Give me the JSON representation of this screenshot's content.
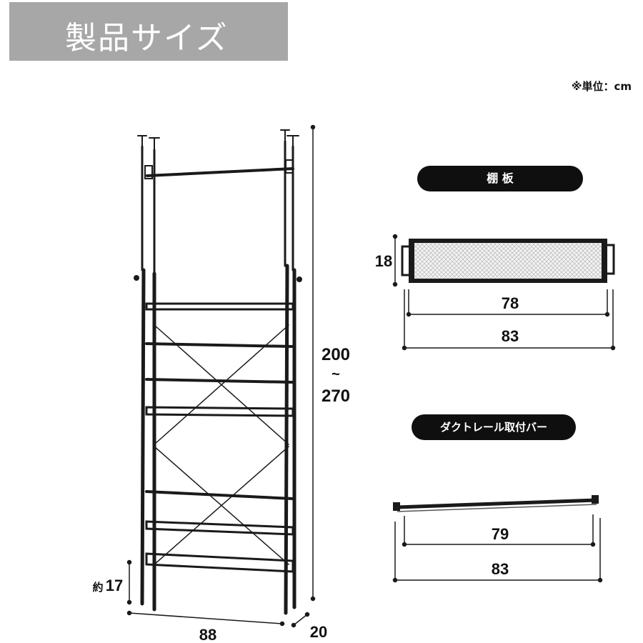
{
  "header": {
    "title": "製品サイズ"
  },
  "unit_note": "※単位：cm",
  "rack": {
    "height_top": "200",
    "height_tilde": "~",
    "height_bottom": "270",
    "width": "88",
    "depth": "20",
    "leg_height_prefix": "約",
    "leg_height": "17"
  },
  "shelf_board": {
    "label": "棚 板",
    "height": "18",
    "inner_width": "78",
    "outer_width": "83"
  },
  "duct_rail_bar": {
    "label": "ダクトレール取付バー",
    "inner_width": "79",
    "outer_width": "83"
  }
}
